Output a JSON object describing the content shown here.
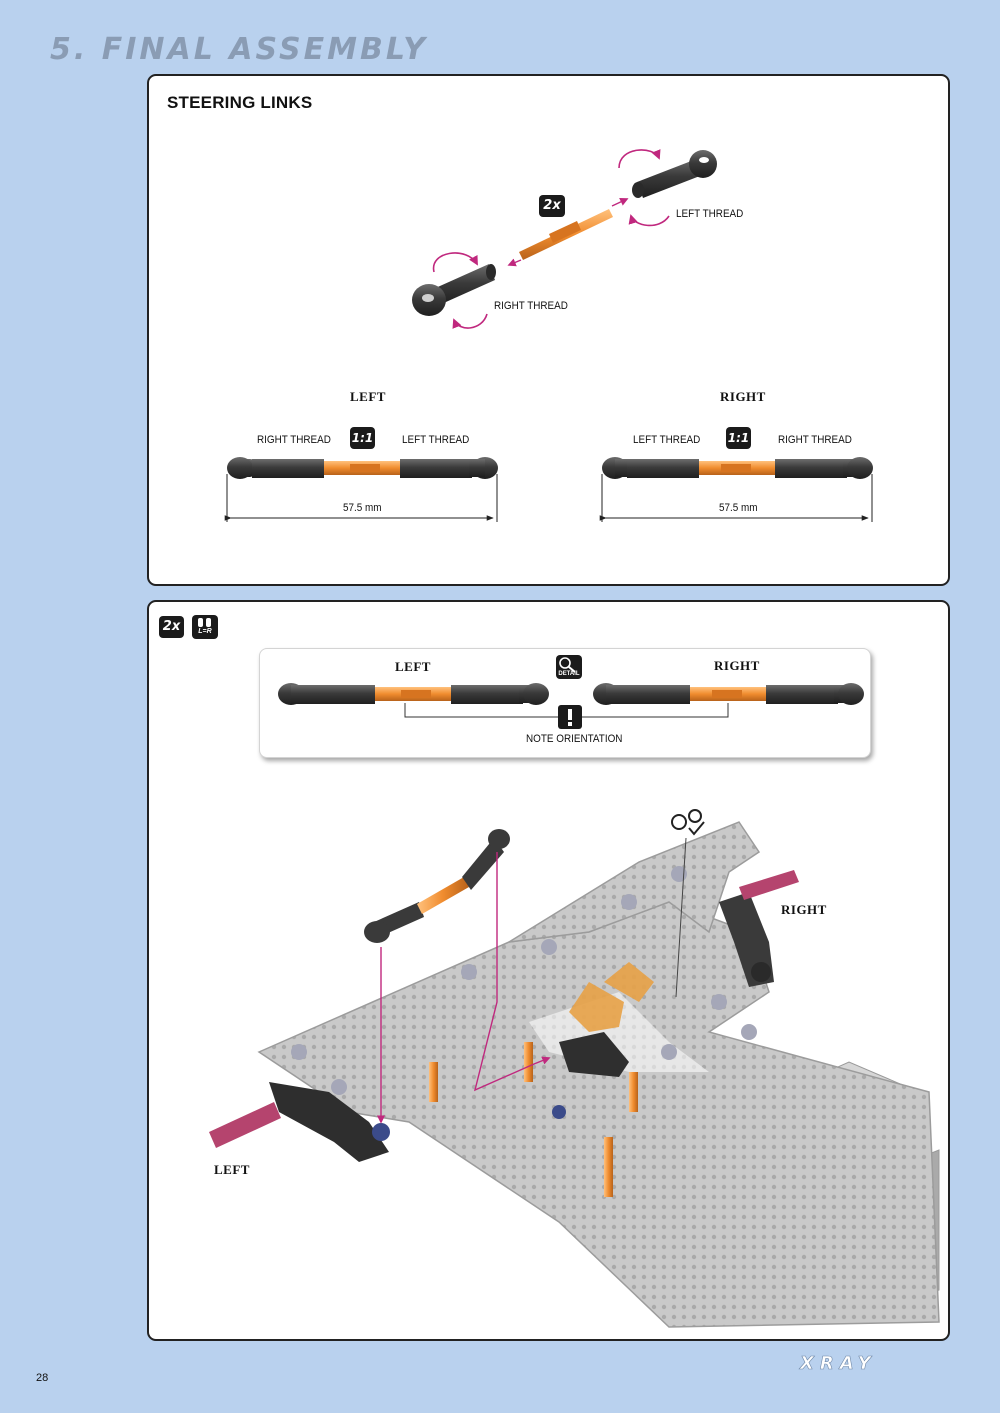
{
  "header": {
    "section_title": "5. FINAL ASSEMBLY"
  },
  "step_steering_links": {
    "heading": "STEERING LINKS",
    "quantity_badge": "2x",
    "explode_labels": {
      "left_thread": "LEFT THREAD",
      "right_thread": "RIGHT THREAD"
    },
    "left_link": {
      "side_label": "LEFT",
      "scale_badge": "1:1",
      "left_end_label": "RIGHT THREAD",
      "right_end_label": "LEFT THREAD",
      "dimension": "57.5 mm"
    },
    "right_link": {
      "side_label": "RIGHT",
      "scale_badge": "1:1",
      "left_end_label": "LEFT THREAD",
      "right_end_label": "RIGHT THREAD",
      "dimension": "57.5 mm"
    }
  },
  "step_mount_links": {
    "quantity_badge": "2x",
    "symmetry_badge": "L=R",
    "detail_box": {
      "left_label": "LEFT",
      "right_label": "RIGHT",
      "detail_icon_text": "DETAIL",
      "note_icon": "exclamation-icon",
      "note_text": "NOTE ORIENTATION"
    },
    "callouts": {
      "left": "LEFT",
      "right": "RIGHT"
    }
  },
  "footer": {
    "page_number": "28",
    "brand": "XRAY"
  },
  "colors": {
    "page_background": "#b9d1ee",
    "aluminum_orange": "#f08c2e",
    "rod_end_gray": "#3d3d3d",
    "arrow_magenta": "#c0287e",
    "carbon_plate": "#c9c9c9",
    "pivot_pink": "#b5446e"
  }
}
